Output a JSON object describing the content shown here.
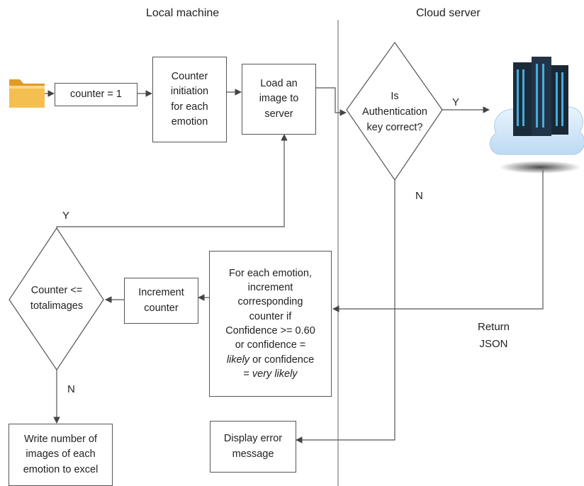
{
  "headers": {
    "local": "Local machine",
    "cloud": "Cloud server"
  },
  "boxes": {
    "counter": "counter = 1",
    "init": [
      "Counter",
      "initiation",
      "for each",
      "emotion"
    ],
    "load": [
      "Load an",
      "image to",
      "server"
    ],
    "auth": [
      "Is",
      "Authentication",
      "key correct?"
    ],
    "foreach": [
      "For each emotion,",
      "increment",
      "corresponding",
      "counter if",
      "Confidence >= 0.60",
      "or confidence ="
    ],
    "foreach_likely": "likely",
    "foreach_or": " or confidence",
    "foreach_eq": "= ",
    "foreach_very": "very likely",
    "increment": [
      "Increment",
      "counter"
    ],
    "check": [
      "Counter <=",
      "totalimages"
    ],
    "write": [
      "Write number of",
      "images of each",
      "emotion to excel"
    ],
    "error": [
      "Display error",
      "message"
    ]
  },
  "edge_labels": {
    "auth_yes": "Y",
    "auth_no": "N",
    "check_yes": "Y",
    "check_no": "N",
    "return_json": "Return\nJSON"
  },
  "icons": [
    "folder-icon",
    "cloud-server-icon"
  ],
  "colors": {
    "folder": "#f0b540",
    "cloud": "#dfeefb",
    "server": "#1c2b3a",
    "server_led": "#4fc3f7",
    "line": "#555555"
  }
}
